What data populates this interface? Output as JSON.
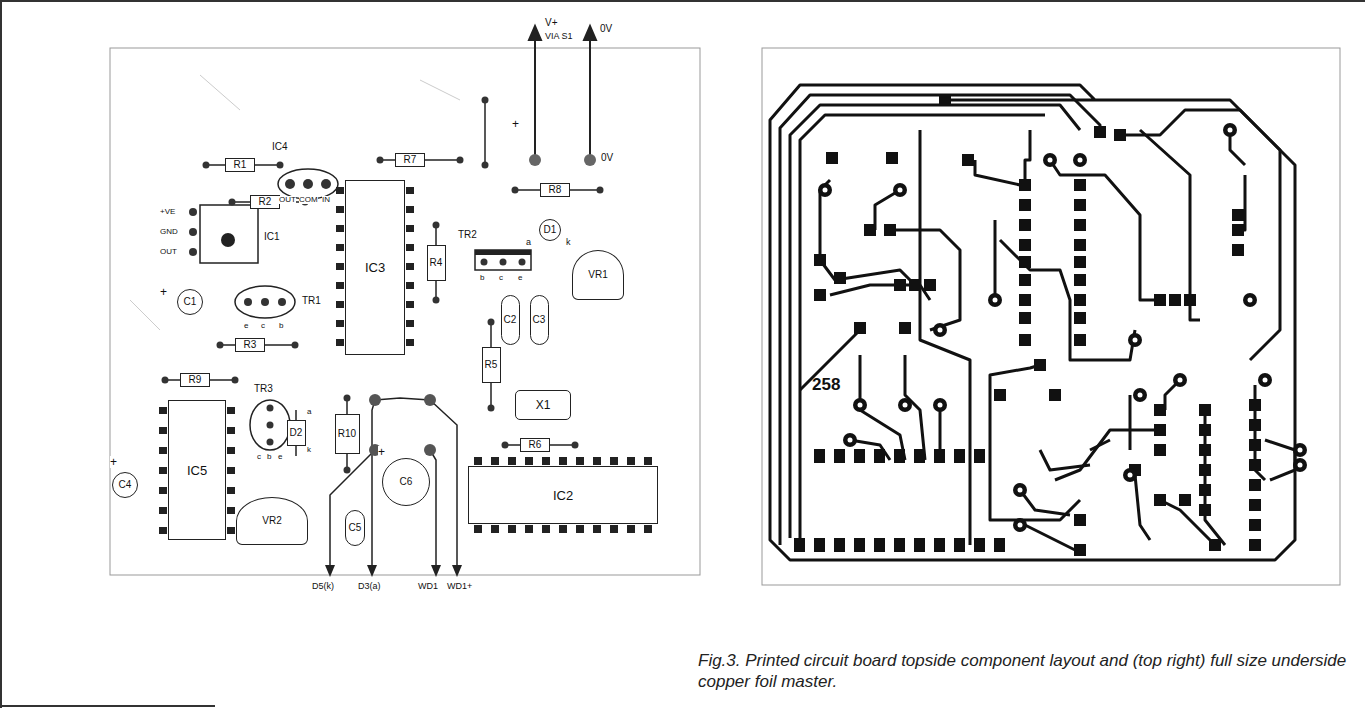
{
  "diagram": {
    "caption": "Fig.3. Printed circuit board topside component layout and (top right) full size underside copper foil master.",
    "nodes": [
      {
        "text": [
          "IC3"
        ]
      },
      {
        "text": [
          "R1"
        ]
      },
      {
        "text": [
          "R2"
        ]
      },
      {
        "text": [
          "R7"
        ]
      },
      {
        "text": [
          "R8"
        ]
      },
      {
        "text": [
          "R4"
        ]
      },
      {
        "text": [
          "R3"
        ]
      },
      {
        "text": [
          "R5"
        ]
      },
      {
        "text": [
          "R9"
        ]
      },
      {
        "text": [
          "R6"
        ]
      },
      {
        "text": [
          "R10"
        ]
      },
      {
        "text": [
          "C1"
        ]
      },
      {
        "text": [
          "C2"
        ]
      },
      {
        "text": [
          "C3"
        ]
      },
      {
        "text": [
          "C4"
        ]
      },
      {
        "text": [
          "C5"
        ]
      },
      {
        "text": [
          "C6"
        ]
      },
      {
        "text": [
          "D1"
        ]
      },
      {
        "text": [
          "D2"
        ]
      },
      {
        "text": [
          "X1"
        ]
      },
      {
        "text": [
          "VR1"
        ]
      },
      {
        "text": [
          "VR2"
        ]
      },
      {
        "text": [
          "IC5"
        ]
      },
      {
        "text": [
          "IC2"
        ]
      }
    ],
    "labels": [
      "IC4",
      "OUT",
      "COM",
      "IN",
      "IC1",
      "+VE",
      "GND",
      "OUT",
      "+",
      "TR1",
      "e",
      "c",
      "b",
      "V+",
      "VIA S1",
      "0V",
      "+",
      "0V",
      "a",
      "k",
      "TR2",
      "b",
      "c",
      "e",
      "TR3",
      "c",
      "b",
      "e",
      "a",
      "k",
      "+",
      "+",
      "D5(k)",
      "D3(a)",
      "WD1",
      "WD1+",
      "258"
    ]
  }
}
